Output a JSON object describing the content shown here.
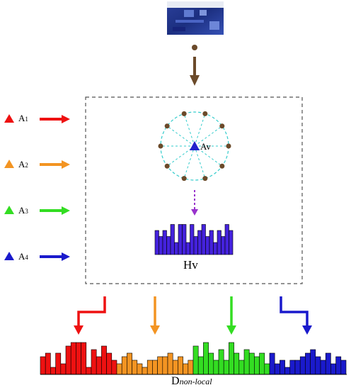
{
  "anchors": [
    {
      "letter": "A",
      "index": "1",
      "color": "#ee1111"
    },
    {
      "letter": "A",
      "index": "2",
      "color": "#f39422"
    },
    {
      "letter": "A",
      "index": "3",
      "color": "#33dd22"
    },
    {
      "letter": "A",
      "index": "4",
      "color": "#1a1acc"
    }
  ],
  "center_label": "Av",
  "histogram_label": "Hv",
  "descriptor_label": {
    "main": "D",
    "sub": "non-local"
  },
  "colors": {
    "brown": "#6b4a2a",
    "cyan": "#33cccc",
    "purple_bar": "#4422dd",
    "center_marker": "#2222cc",
    "dashed_arrow": "#9933cc",
    "box_border": "#555555"
  },
  "neighbor_count": 10,
  "hv_bins": [
    4,
    3,
    4,
    3,
    5,
    2,
    5,
    5,
    2,
    5,
    3,
    4,
    5,
    3,
    4,
    2,
    4,
    3,
    5,
    4
  ],
  "descriptor_segments": [
    {
      "color": "#ee1111",
      "bins": [
        5,
        6,
        2,
        6,
        3,
        8,
        9,
        9,
        9,
        2,
        7,
        5,
        8,
        6,
        4
      ]
    },
    {
      "color": "#f39422",
      "bins": [
        3,
        5,
        6,
        4,
        3,
        2,
        4,
        4,
        5,
        5,
        6,
        4,
        5,
        3,
        4
      ]
    },
    {
      "color": "#33dd22",
      "bins": [
        8,
        5,
        9,
        6,
        4,
        7,
        4,
        9,
        6,
        4,
        7,
        6,
        5,
        6,
        3
      ]
    },
    {
      "color": "#1a1acc",
      "bins": [
        6,
        3,
        4,
        2,
        4,
        4,
        5,
        6,
        7,
        5,
        4,
        6,
        3,
        5,
        4
      ]
    }
  ]
}
